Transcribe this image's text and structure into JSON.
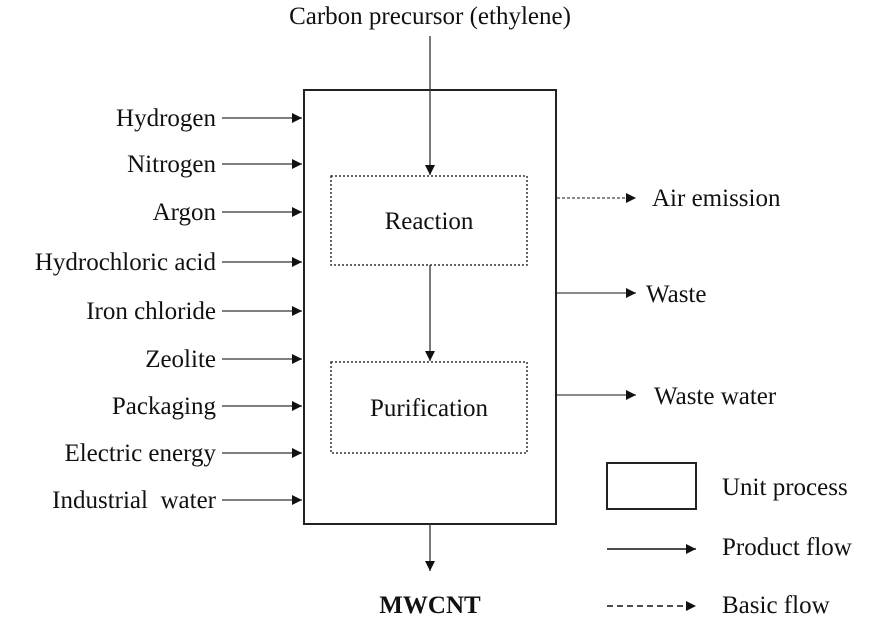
{
  "top_input": "Carbon precursor (ethylene)",
  "inputs": [
    "Hydrogen",
    "Nitrogen",
    "Argon",
    "Hydrochloric acid",
    "Iron chloride",
    "Zeolite",
    "Packaging",
    "Electric energy",
    "Industrial  water"
  ],
  "processes": {
    "reaction": "Reaction",
    "purification": "Purification"
  },
  "outputs": [
    {
      "label": "Air emission",
      "style": "dashed"
    },
    {
      "label": "Waste",
      "style": "solid"
    },
    {
      "label": "Waste water",
      "style": "solid"
    }
  ],
  "product": "MWCNT",
  "legend": {
    "unit_process": "Unit process",
    "product_flow": "Product flow",
    "basic_flow": "Basic flow"
  }
}
